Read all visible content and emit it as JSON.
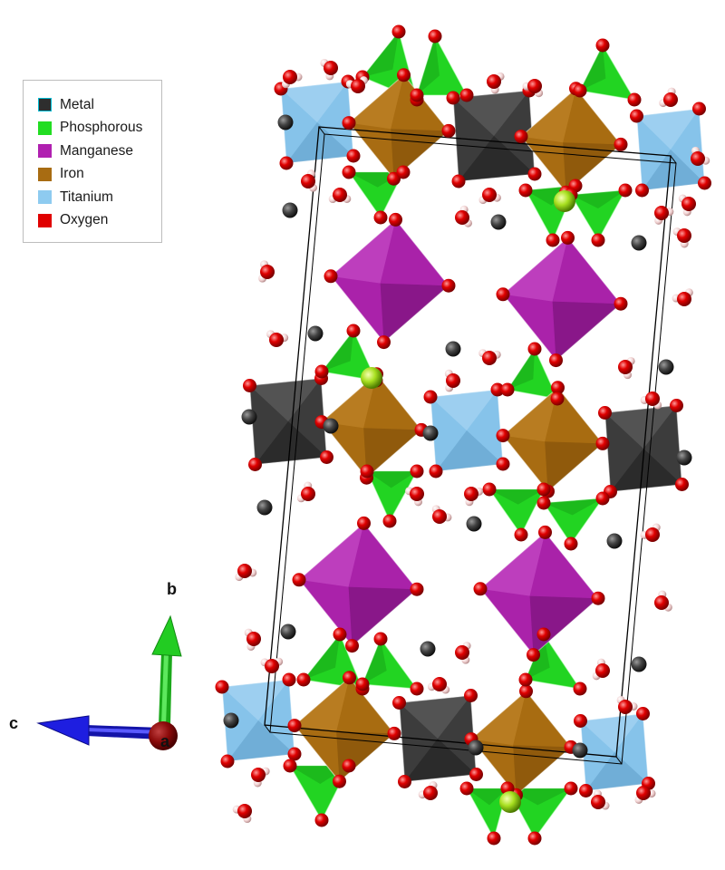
{
  "legend": {
    "items": [
      {
        "label": "Metal",
        "color": "#3a3a3a",
        "border": "#00bcd4"
      },
      {
        "label": "Phosphorous",
        "color": "#22dd22",
        "border": "#22dd22"
      },
      {
        "label": "Manganese",
        "color": "#b020b0",
        "border": "#b020b0"
      },
      {
        "label": "Iron",
        "color": "#a86c12",
        "border": "#a86c12"
      },
      {
        "label": "Titanium",
        "color": "#8ecbf0",
        "border": "#8ecbf0"
      },
      {
        "label": "Oxygen",
        "color": "#e00000",
        "border": "#e00000"
      }
    ]
  },
  "axes": {
    "b": "b",
    "c": "c",
    "a": "a"
  }
}
